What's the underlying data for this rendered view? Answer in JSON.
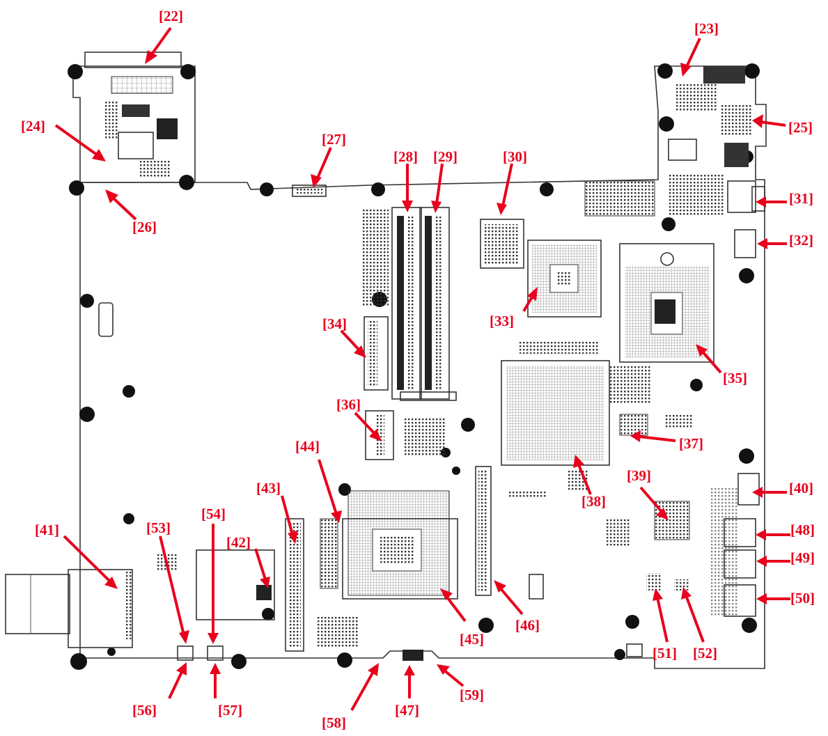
{
  "diagram": {
    "labels": [
      "[22]",
      "[23]",
      "[24]",
      "[25]",
      "[26]",
      "[27]",
      "[28]",
      "[29]",
      "[30]",
      "[31]",
      "[32]",
      "[33]",
      "[34]",
      "[35]",
      "[36]",
      "[37]",
      "[38]",
      "[39]",
      "[40]",
      "[41]",
      "[42]",
      "[43]",
      "[44]",
      "[45]",
      "[46]",
      "[47]",
      "[48]",
      "[49]",
      "[50]",
      "[51]",
      "[52]",
      "[53]",
      "[54]",
      "[56]",
      "[57]",
      "[58]",
      "[59]"
    ]
  }
}
